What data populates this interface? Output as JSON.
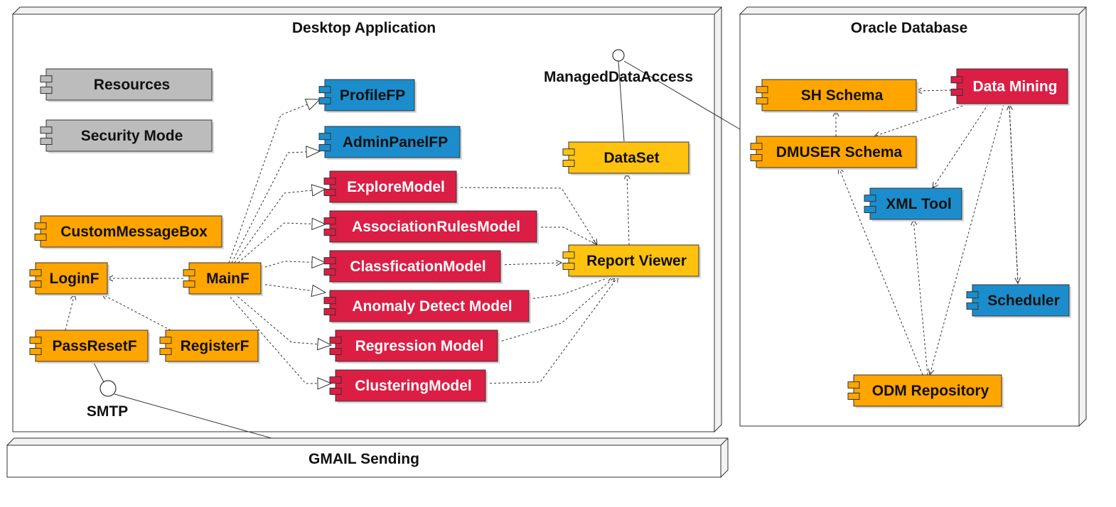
{
  "containers": {
    "desktop": {
      "title": "Desktop Application"
    },
    "oracle": {
      "title": "Oracle Database"
    },
    "gmail": {
      "title": "GMAIL Sending"
    }
  },
  "interfaces": {
    "managed_data_access": "ManagedDataAccess",
    "smtp": "SMTP"
  },
  "components": {
    "resources": "Resources",
    "security_mode": "Security Mode",
    "custom_message_box": "CustomMessageBox",
    "login_f": "LoginF",
    "main_f": "MainF",
    "pass_reset_f": "PassResetF",
    "register_f": "RegisterF",
    "profile_fp": "ProfileFP",
    "admin_panel_fp": "AdminPanelFP",
    "explore_model": "ExploreModel",
    "association_rules_model": "AssociationRulesModel",
    "classfication_model": "ClassficationModel",
    "anomaly_detect_model": "Anomaly Detect Model",
    "regression_model": "Regression Model",
    "clustering_model": "ClusteringModel",
    "dataset": "DataSet",
    "report_viewer": "Report Viewer",
    "sh_schema": "SH Schema",
    "data_mining": "Data Mining",
    "dmuser_schema": "DMUSER Schema",
    "xml_tool": "XML Tool",
    "scheduler": "Scheduler",
    "odm_repository": "ODM Repository"
  },
  "colors": {
    "gray": "#bcbcbc",
    "orange": "#ffa500",
    "blue": "#1c8dcc",
    "red": "#dc1e44",
    "yellow": "#ffc20e",
    "outline": "#333333"
  }
}
